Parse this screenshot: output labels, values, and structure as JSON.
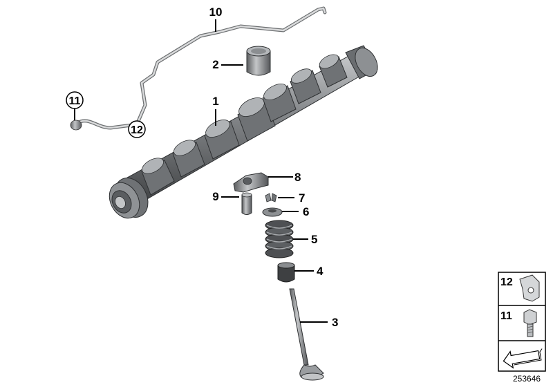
{
  "callouts": {
    "c1": "1",
    "c2": "2",
    "c3": "3",
    "c4": "4",
    "c5": "5",
    "c6": "6",
    "c7": "7",
    "c8": "8",
    "c9": "9",
    "c10": "10",
    "c11": "11",
    "c12": "12"
  },
  "legend": {
    "item12": "12",
    "item11": "11"
  },
  "reference_number": "253646",
  "colors": {
    "part_dark": "#4a4c4e",
    "part_mid": "#7d8083",
    "part_light": "#b9bcbf",
    "line": "#000000"
  }
}
